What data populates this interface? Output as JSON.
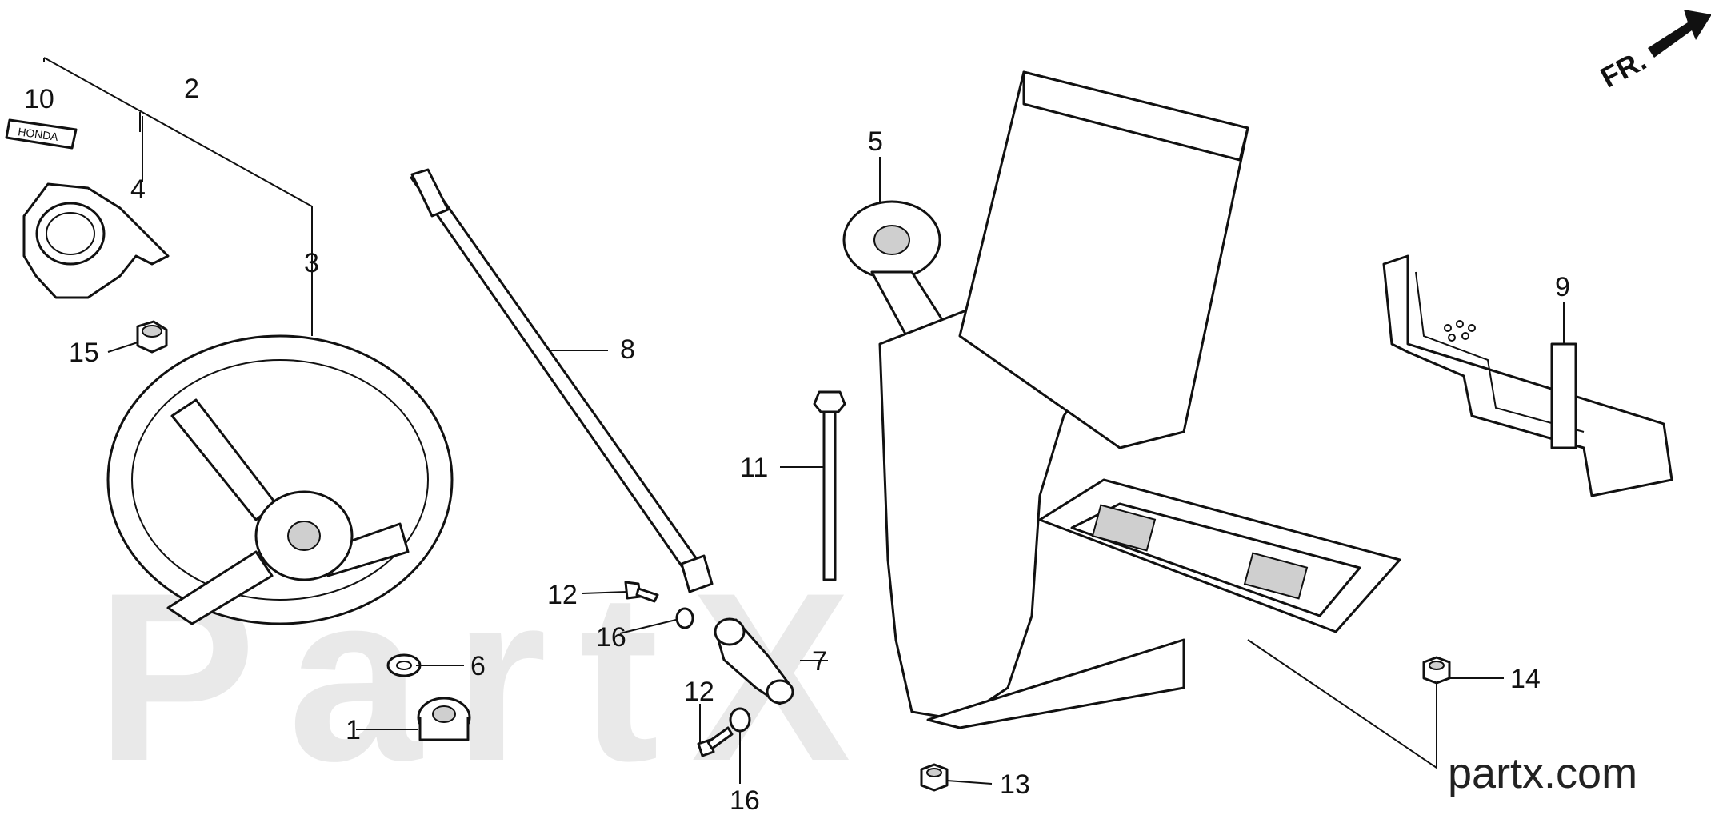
{
  "callouts": [
    {
      "id": "c10",
      "label": "10"
    },
    {
      "id": "c2",
      "label": "2"
    },
    {
      "id": "c4",
      "label": "4"
    },
    {
      "id": "c3",
      "label": "3"
    },
    {
      "id": "c15",
      "label": "15"
    },
    {
      "id": "c8",
      "label": "8"
    },
    {
      "id": "c5",
      "label": "5"
    },
    {
      "id": "c9",
      "label": "9"
    },
    {
      "id": "c11",
      "label": "11"
    },
    {
      "id": "c12a",
      "label": "12"
    },
    {
      "id": "c16a",
      "label": "16"
    },
    {
      "id": "c7",
      "label": "7"
    },
    {
      "id": "c6",
      "label": "6"
    },
    {
      "id": "c12b",
      "label": "12"
    },
    {
      "id": "c1",
      "label": "1"
    },
    {
      "id": "c16b",
      "label": "16"
    },
    {
      "id": "c13",
      "label": "13"
    },
    {
      "id": "c14",
      "label": "14"
    }
  ],
  "emblem_text": "HONDA",
  "direction_label": "FR.",
  "watermark_text": "PartX",
  "site_label": "partx.com",
  "colors": {
    "line": "#111111",
    "watermark": "#e9e9e9",
    "shade": "#cfcfcf"
  }
}
